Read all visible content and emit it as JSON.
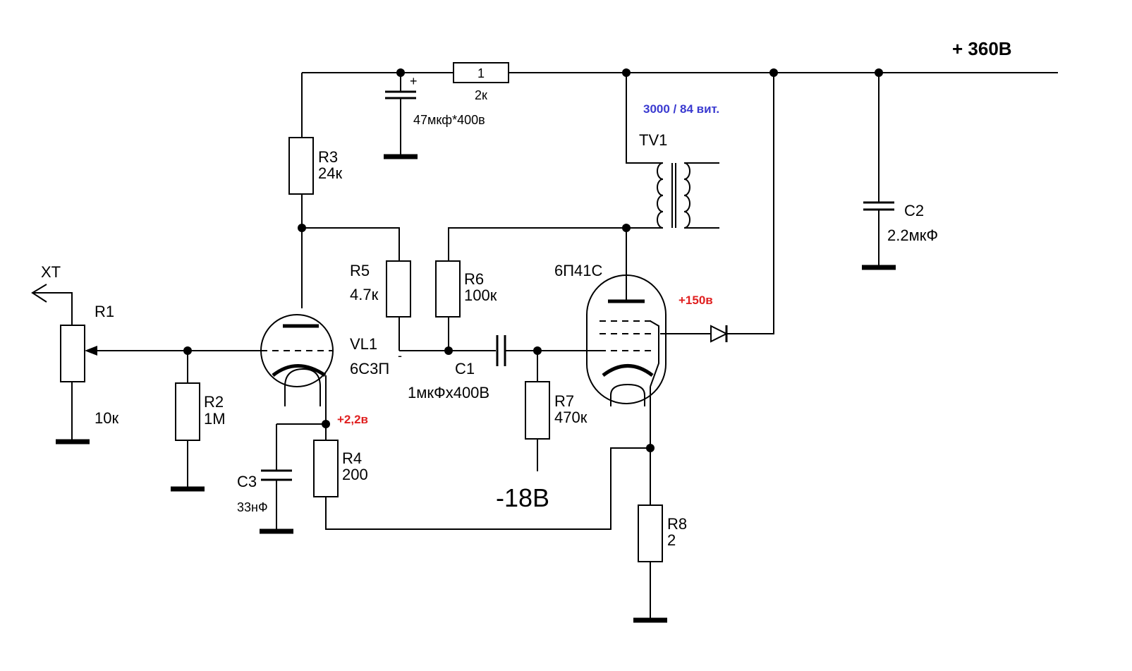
{
  "colors": {
    "voltage_red": "#e02020",
    "winding_blue": "#3a3ad0"
  },
  "supply": {
    "label": "+ 360В",
    "neg_label": "-18В"
  },
  "connector": {
    "label": "ХТ"
  },
  "components": {
    "r1": {
      "ref": "R1",
      "value": "10к"
    },
    "r2": {
      "ref": "R2",
      "value": "1М"
    },
    "r3": {
      "ref": "R3",
      "value": "24к"
    },
    "r4": {
      "ref": "R4",
      "value": "200"
    },
    "r5": {
      "ref": "R5",
      "value": "4.7к"
    },
    "r6": {
      "ref": "R6",
      "value": "100к"
    },
    "r7": {
      "ref": "R7",
      "value": "470к"
    },
    "r8": {
      "ref": "R8",
      "value": "2"
    },
    "r_supply": {
      "value": "2к"
    },
    "c1": {
      "ref": "С1",
      "value": "1мкФх400В"
    },
    "c2": {
      "ref": "С2",
      "value": "2.2мкФ"
    },
    "c3": {
      "ref": "С3",
      "value": "33нФ"
    },
    "c_supply": {
      "value": "47мкф*400в",
      "polarity": "+"
    },
    "tv1": {
      "ref": "TV1",
      "turns": "3000 / 84 вит."
    },
    "vl1": {
      "ref": "VL1",
      "type": "6С3П"
    },
    "vl2": {
      "type": "6П41С"
    }
  },
  "voltages": {
    "cathode_vl1": "+2,2в",
    "screen_vl2": "+150в"
  },
  "marks": {
    "resistor_one": "1",
    "minus": "-"
  }
}
